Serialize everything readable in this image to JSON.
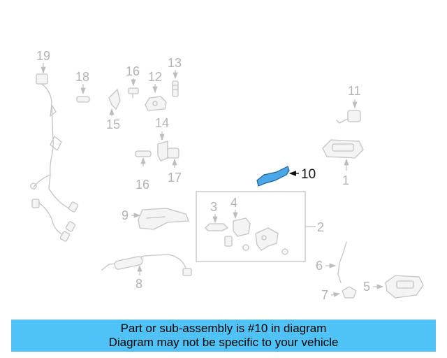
{
  "diagram": {
    "callouts": {
      "c1": "1",
      "c2": "2",
      "c3": "3",
      "c4": "4",
      "c5": "5",
      "c6": "6",
      "c7": "7",
      "c8": "8",
      "c9": "9",
      "c10": "10",
      "c11": "11",
      "c12": "12",
      "c13": "13",
      "c14": "14",
      "c15": "15",
      "c16a": "16",
      "c16b": "16",
      "c17": "17",
      "c18": "18",
      "c19": "19"
    },
    "highlighted_part": "10",
    "highlight_color": "#4aa8e8"
  },
  "banner": {
    "line1": "Part or sub-assembly is #10 in diagram",
    "line2": "Diagram may not be specific to your vehicle",
    "color": "#4fc3f7"
  }
}
